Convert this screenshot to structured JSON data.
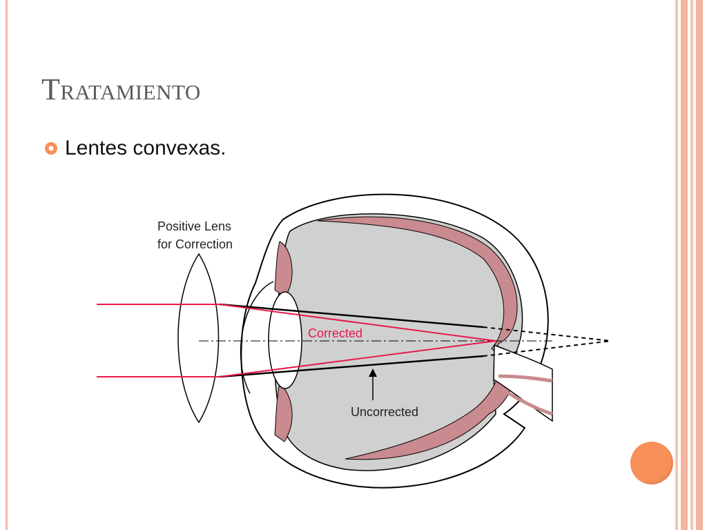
{
  "slide": {
    "title": "Tratamiento",
    "bullet": "Lentes convexas."
  },
  "diagram": {
    "lens_label_line1": "Positive Lens",
    "lens_label_line2": "for Correction",
    "corrected_label": "Corrected",
    "uncorrected_label": "Uncorrected"
  },
  "colors": {
    "accent_orange": "#f78f58",
    "ray_red": "#e8174a",
    "eye_tissue": "#c98b8f",
    "eye_fill": "#d0d0d0",
    "border_pink": "#f3b9a8"
  }
}
